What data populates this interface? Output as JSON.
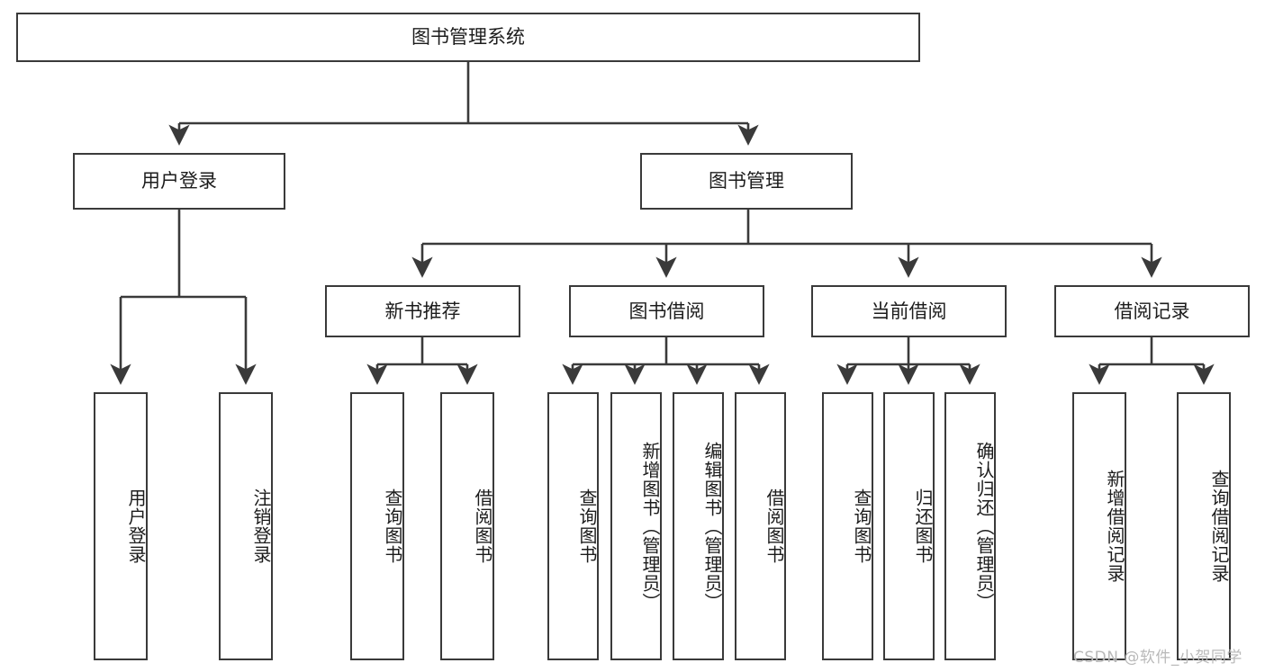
{
  "diagram": {
    "title": "图书管理系统",
    "type": "tree-hierarchy",
    "watermark": "CSDN @软件_小贺同学",
    "colors": {
      "stroke": "#3a3a3a",
      "fill": "#ffffff",
      "text": "#1c1c1c",
      "watermark": "#b9b9b9"
    }
  },
  "nodes": {
    "root": {
      "label": "图书管理系统"
    },
    "level2": [
      {
        "id": "user-login",
        "label": "用户登录"
      },
      {
        "id": "book-manage",
        "label": "图书管理"
      }
    ],
    "level3": [
      {
        "id": "new-book-rec",
        "label": "新书推荐"
      },
      {
        "id": "book-borrow",
        "label": "图书借阅"
      },
      {
        "id": "current-borrow",
        "label": "当前借阅"
      },
      {
        "id": "borrow-record",
        "label": "借阅记录"
      }
    ],
    "leaves": {
      "user-login": [
        {
          "id": "leaf-user-login",
          "label": "用户登录"
        },
        {
          "id": "leaf-logout",
          "label": "注销登录"
        }
      ],
      "new-book-rec": [
        {
          "id": "leaf-query-book-1",
          "label": "查询图书"
        },
        {
          "id": "leaf-borrow-book-1",
          "label": "借阅图书"
        }
      ],
      "book-borrow": [
        {
          "id": "leaf-query-book-2",
          "label": "查询图书"
        },
        {
          "id": "leaf-add-book",
          "label": "新增图书（管理员）"
        },
        {
          "id": "leaf-edit-book",
          "label": "编辑图书（管理员）"
        },
        {
          "id": "leaf-borrow-book-2",
          "label": "借阅图书"
        }
      ],
      "current-borrow": [
        {
          "id": "leaf-query-book-3",
          "label": "查询图书"
        },
        {
          "id": "leaf-return-book",
          "label": "归还图书"
        },
        {
          "id": "leaf-confirm-return",
          "label": "确认归还（管理员）"
        }
      ],
      "borrow-record": [
        {
          "id": "leaf-add-record",
          "label": "新增借阅记录"
        },
        {
          "id": "leaf-query-record",
          "label": "查询借阅记录"
        }
      ]
    }
  }
}
